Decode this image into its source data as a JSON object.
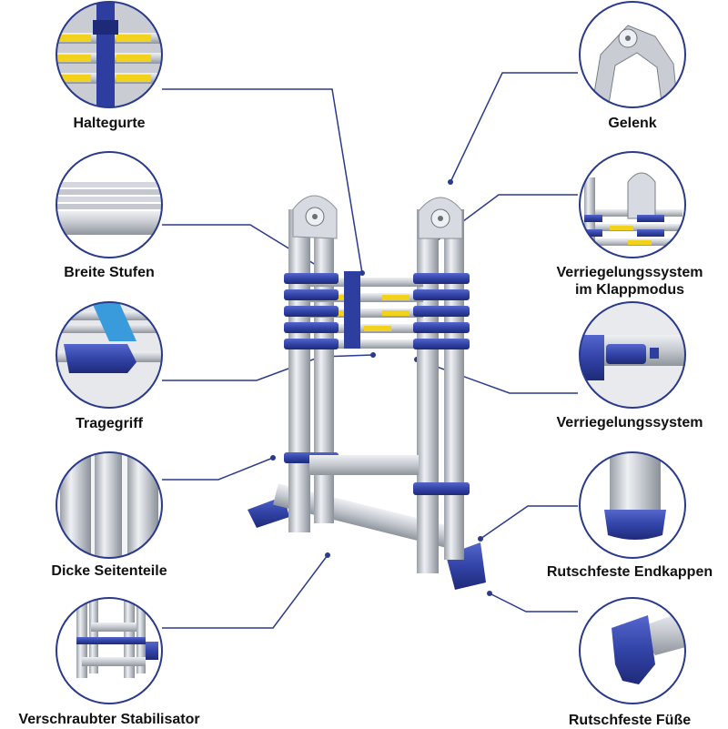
{
  "callouts": [
    {
      "id": "haltegurte",
      "label": "Haltegurte",
      "icon": "strap-detail-image"
    },
    {
      "id": "breite-stufen",
      "label": "Breite Stufen",
      "icon": "step-detail-image"
    },
    {
      "id": "tragegriff",
      "label": "Tragegriff",
      "icon": "handle-detail-image"
    },
    {
      "id": "dicke-seitenteile",
      "label": "Dicke Seitenteile",
      "icon": "rail-detail-image"
    },
    {
      "id": "verschraubter-stabilisator",
      "label": "Verschraubter Stabilisator",
      "icon": "stabilizer-detail-image"
    },
    {
      "id": "gelenk",
      "label": "Gelenk",
      "icon": "hinge-detail-image"
    },
    {
      "id": "verriegelungssystem-klappmodus",
      "label_line1": "Verriegelungssystem",
      "label_line2": "im Klappmodus",
      "icon": "folding-lock-detail-image"
    },
    {
      "id": "verriegelungssystem",
      "label": "Verriegelungssystem",
      "icon": "lock-detail-image"
    },
    {
      "id": "rutschfeste-endkappen",
      "label": "Rutschfeste Endkappen",
      "icon": "endcap-detail-image"
    },
    {
      "id": "rutschfeste-fuesse",
      "label": "Rutschfeste Füße",
      "icon": "foot-detail-image"
    }
  ],
  "colors": {
    "circle_border": "#2a3a8c",
    "leader_line": "#2a3a8c",
    "ladder_blue": "#3344a8",
    "aluminium": "#c8ccd2",
    "warning_label": "#f2d21a"
  }
}
